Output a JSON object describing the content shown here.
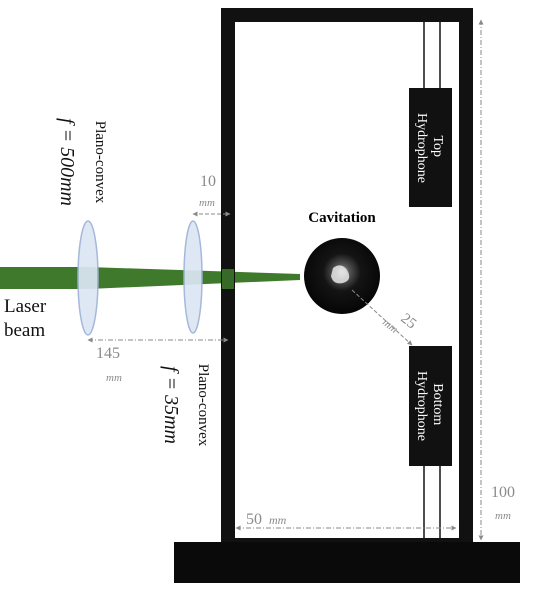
{
  "labels": {
    "laser_line1": "Laser",
    "laser_line2": "beam",
    "lens1_name": "Plano-convex",
    "lens1_focal": "f = 500mm",
    "lens2_name": "Plano-convex",
    "lens2_focal": "f = 35mm",
    "cavitation": "Cavitation",
    "top_hydro_line1": "Top",
    "top_hydro_line2": "Hydrophone",
    "bottom_hydro_line1": "Bottom",
    "bottom_hydro_line2": "Hydrophone"
  },
  "dimensions": {
    "gap_value": "10",
    "gap_unit": "mm",
    "lens_spacing_value": "145",
    "lens_spacing_unit": "mm",
    "bubble_dist_value": "25",
    "bubble_dist_unit": "mm",
    "width_value": "50",
    "width_unit": "mm",
    "height_value": "100",
    "height_unit": "mm"
  },
  "colors": {
    "beam": "#3f7a2c",
    "lens_fill": "#dce6f4",
    "lens_stroke": "#9fb3d6",
    "frame": "#111111",
    "base": "#0a0a0a",
    "hydrophone": "#111111",
    "dimension": "#8a8a8a"
  }
}
